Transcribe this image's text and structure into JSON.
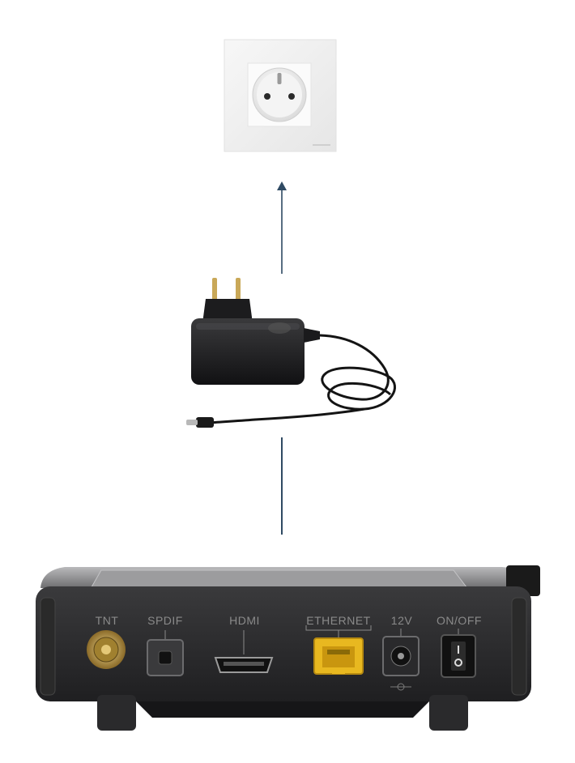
{
  "colors": {
    "arrow": "#2f4a63",
    "outlet_plate": "#f2f2f2",
    "box_body": "#2b2b2d",
    "box_top": "#8d8d8f",
    "ethernet_port": "#e8b820",
    "coax_port": "#c8a24a",
    "port_label": "#8a8a8a"
  },
  "icons": [
    "wall-socket-icon",
    "power-adapter-icon",
    "set-top-box-icon",
    "up-arrow-icon"
  ],
  "box": {
    "ports": [
      {
        "label": "TNT",
        "icon": "coax-connector-icon"
      },
      {
        "label": "SPDIF",
        "icon": "optical-port-icon"
      },
      {
        "label": "HDMI",
        "icon": "hdmi-port-icon"
      },
      {
        "label": "ETHERNET",
        "icon": "ethernet-port-icon"
      },
      {
        "label": "12V",
        "icon": "dc-jack-icon"
      },
      {
        "label": "ON/OFF",
        "icon": "power-switch-icon"
      }
    ]
  }
}
